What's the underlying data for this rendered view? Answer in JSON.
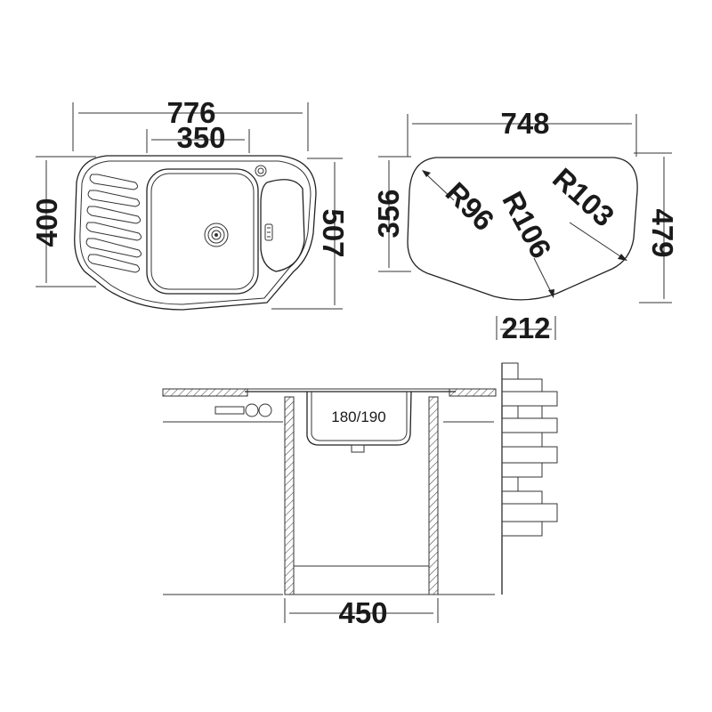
{
  "top_view": {
    "width": "776",
    "bowl_width": "350",
    "depth": "400",
    "overall_depth": "507"
  },
  "outline_view": {
    "width": "748",
    "height_left": "356",
    "height_right": "479",
    "bottom_width": "212",
    "radius_left": "R96",
    "radius_middle": "R106",
    "radius_right": "R103"
  },
  "section_view": {
    "bowl_depth": "180/190",
    "cabinet_width": "450"
  }
}
